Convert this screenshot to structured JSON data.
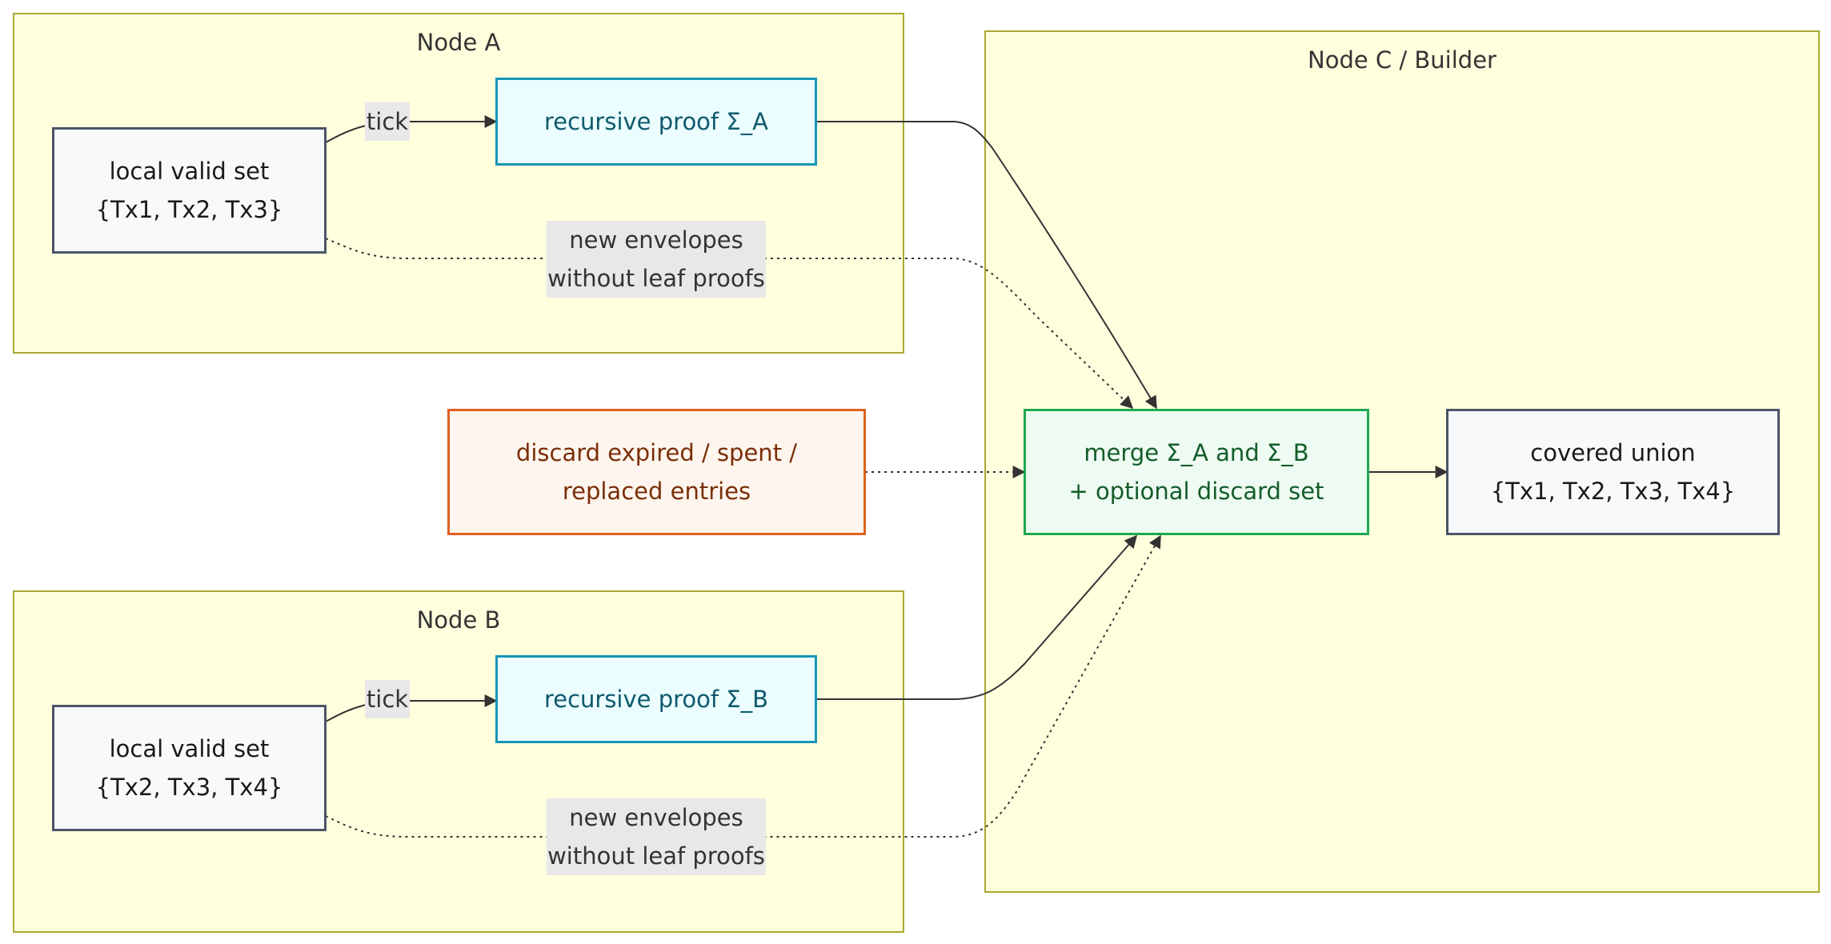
{
  "clusters": {
    "node_a": {
      "title": "Node A"
    },
    "node_b": {
      "title": "Node B"
    },
    "node_c": {
      "title": "Node C / Builder"
    }
  },
  "nodes": {
    "a_local_set": {
      "line1": "local valid set",
      "line2": "{Tx1, Tx2, Tx3}"
    },
    "a_proof": {
      "line1": "recursive proof Σ_A"
    },
    "b_local_set": {
      "line1": "local valid set",
      "line2": "{Tx2, Tx3, Tx4}"
    },
    "b_proof": {
      "line1": "recursive proof Σ_B"
    },
    "discard": {
      "line1": "discard expired / spent /",
      "line2": "replaced entries"
    },
    "merge": {
      "line1": "merge Σ_A and Σ_B",
      "line2": "+ optional discard set"
    },
    "covered_union": {
      "line1": "covered union",
      "line2": "{Tx1, Tx2, Tx3, Tx4}"
    }
  },
  "edges": {
    "a_tick": "tick",
    "b_tick": "tick",
    "a_envelopes": {
      "line1": "new envelopes",
      "line2": "without leaf proofs"
    },
    "b_envelopes": {
      "line1": "new envelopes",
      "line2": "without leaf proofs"
    }
  },
  "colors": {
    "cluster_fill": "#ffffde",
    "cluster_border": "#aaaa33",
    "proof_border": "#1796b5",
    "discard_border": "#e0601f",
    "merge_border": "#20a84f",
    "edge": "#333333"
  }
}
